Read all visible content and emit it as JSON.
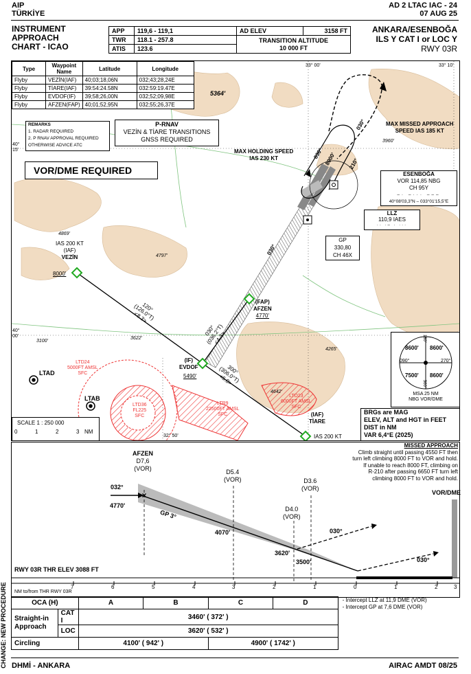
{
  "header": {
    "aip": "AIP",
    "country": "TÜRKİYE",
    "doc_id": "AD 2 LTAC IAC - 24",
    "date": "07 AUG 25"
  },
  "title": {
    "line1": "INSTRUMENT",
    "line2": "APPROACH",
    "line3": "CHART - ICAO",
    "airport": "ANKARA/ESENBOĞA",
    "procedure": "ILS Y CAT I or LOC Y",
    "runway": "RWY 03R"
  },
  "freqs": {
    "app_k": "APP",
    "app_v": "119,6 - 119,1",
    "twr_k": "TWR",
    "twr_v": "118.1 - 257.8",
    "atis_k": "ATIS",
    "atis_v": "123.6",
    "elev_k": "AD ELEV",
    "elev_v": "3158 FT",
    "ta_k": "TRANSITION ALTITUDE",
    "ta_v": "10 000 FT"
  },
  "waypoints": {
    "headers": [
      "Type",
      "Waypoint Name",
      "Latitude",
      "Longitude"
    ],
    "rows": [
      [
        "Flyby",
        "VEZİN(IAF)",
        "40;03;18,06N",
        "032;43;28,24E"
      ],
      [
        "Flyby",
        "TİARE(IAF)",
        "39:54:24.58N",
        "032:59:19.47E"
      ],
      [
        "Flyby",
        "EVDOF(IF)",
        "39;58;26,00N",
        "032;52;09,98E"
      ],
      [
        "Flyby",
        "AFZEN(FAP)",
        "40;01;52,95N",
        "032;55;26,37E"
      ]
    ]
  },
  "remarks": {
    "title": "REMARKS",
    "r1": "1. RADAR REQUIRED",
    "r2": "2. P RNAV APPROVAL REQUIRED",
    "r3": "OTHERWISE ADVICE ATC"
  },
  "prnav": {
    "l1": "P-RNAV",
    "l2": "VEZİN & TİARE TRANSITIONS",
    "l3": "GNSS REQUIRED"
  },
  "vordme_req": "VOR/DME REQUIRED",
  "plan": {
    "lat_40_15": "40°\n15'",
    "lat_40_00": "40°\n00'",
    "lon_33": "33° 00'",
    "lon_33_10": "33° 10'",
    "lon_32_50": "32° 50'",
    "spot_5364": "5364'",
    "spot_4869": "4869'",
    "spot_4797": "4797'",
    "spot_3622": "3622'",
    "spot_3100": "3100'",
    "spot_4265": "4265'",
    "spot_4642": "4642'",
    "spot_3960": "3960'",
    "max_hold": "MAX HOLDING SPEED",
    "max_hold_v": "IAS 230 KT",
    "missed_spd": "MAX MISSED APPROACH",
    "missed_spd_v": "SPEED IAS 185 KT",
    "hdg_030": "030°",
    "hdg_210": "210°",
    "hold_alt": "8000'",
    "esb_name": "ESENBOĞA",
    "esb_vor": "VOR 114,85 NBG",
    "esb_ch": "CH 95Y",
    "esb_coord": "40°08'03,3\"N – 033°01'15,5\"E",
    "llz_name": "LLZ",
    "llz_freq": "110,9 IAES",
    "gp_name": "GP",
    "gp_freq": "330,80",
    "gp_ch": "CH 46X",
    "final_030": "030°",
    "vezin_ias": "IAS 200 KT",
    "vezin_iaf": "(IAF)",
    "vezin": "VEZİN",
    "vezin_alt": "8000'",
    "leg1_a": "120°",
    "leg1_b": "(126.0°T)",
    "leg1_c": "<8.3>",
    "afzen_fap": "(FAP)",
    "afzen": "AFZEN",
    "afzen_alt": "4770'",
    "leg2_a": "030°",
    "leg2_b": "(036.2°T)",
    "leg2_c": "<4.3>",
    "evdof_if": "(IF)",
    "evdof": "EVDOF",
    "evdof_alt": "5490'",
    "leg3_a": "300°",
    "leg3_b": "(306.0°T)",
    "leg3_c": "<6.8>",
    "tiare_iaf": "(IAF)",
    "tiare": "TİARE",
    "tiare_ias": "IAS 200 KT",
    "ltd24": "LTD24",
    "ltd24_v": "5000FT AMSL",
    "ltd24_s": "SFC",
    "ltd36": "LTD36",
    "ltd36_v": "FL225",
    "ltd36_s": "SFC",
    "ltr9": "LTR9",
    "ltr9_v": "22500FT AMSL",
    "ltr9_s": "SFC",
    "ltd23": "LTD23",
    "ltd23_v": "6000FT AMSL",
    "ltd23_s": "SFC",
    "ltad": "LTAD",
    "ltab": "LTAB",
    "scale": "SCALE 1 : 250 000",
    "scale_0": "0",
    "scale_1": "1",
    "scale_2": "2",
    "scale_3": "3",
    "scale_nm": "NM"
  },
  "msa": {
    "n": "8600'",
    "ne": "8600'",
    "w": "090°",
    "e": "270°",
    "sw": "7500'",
    "se": "8600'",
    "top": "180°",
    "bot": "360°",
    "cap1": "MSA 25 NM",
    "cap2": "NBG VOR/DME"
  },
  "notes": {
    "l1": "BRGs are MAG",
    "l2": "ELEV, ALT and HGT in FEET",
    "l3": "DIST in NM",
    "l4": "VAR 6,4°E (2025)"
  },
  "missed": {
    "title": "MISSED APPROACH",
    "l1": "Climb straight until passing 4550 FT then",
    "l2": "turn left climbing 8000 FT to VOR and hold.",
    "l3": "If unable to reach 8000 FT, climbing on",
    "l4": "R-210 after passing 6650 FT turn left",
    "l5": "climbing 8000 FT to VOR and hold."
  },
  "profile": {
    "afzen": "AFZEN",
    "afzen_d": "D7,6",
    "afzen_vor": "(VOR)",
    "d54": "D5.4",
    "d54_vor": "(VOR)",
    "d36": "D3.6",
    "d36_vor": "(VOR)",
    "d40": "D4.0",
    "d40_vor": "(VOR)",
    "inbound": "032°",
    "alt_4770": "4770'",
    "gp": "GP 3°",
    "alt_4070": "4070'",
    "alt_3620": "3620'",
    "alt_3500": "3500'",
    "ma_030a": "030°",
    "ma_030b": "030°",
    "vordme": "VOR/DME",
    "thr": "RWY 03R THR ELEV 3088 FT",
    "ticks": [
      "7",
      "6",
      "5",
      "4",
      "3",
      "2",
      "1",
      "0",
      "1",
      "2",
      "3"
    ],
    "nm_label": "NM to/from THR RWY 03R"
  },
  "oca": {
    "head": "OCA (H)",
    "cats": [
      "A",
      "B",
      "C",
      "D"
    ],
    "straight": "Straight-in Approach",
    "cat1": "CAT I",
    "cat1_v": "3460' ( 372' )",
    "loc": "LOC",
    "loc_v": "3620' ( 532' )",
    "circ": "Circling",
    "circ_ab": "4100' ( 942' )",
    "circ_cd": "4900' ( 1742' )",
    "n1": "- Intercept LLZ at 11,9 DME (VOR)",
    "n2": "- Intercept GP at 7,6 DME (VOR)"
  },
  "footer": {
    "left": "DHMİ - ANKARA",
    "right": "AIRAC AMDT 08/25",
    "change": "CHANGE: NEW PROCEDURE"
  }
}
